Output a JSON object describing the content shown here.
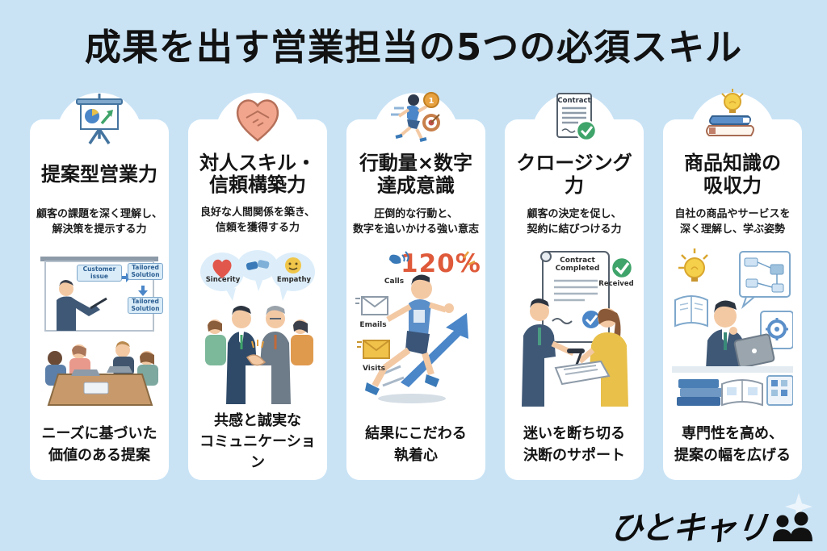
{
  "title": "成果を出す営業担当の5つの必須スキル",
  "colors": {
    "background": "#c9e3f5",
    "card": "#ffffff",
    "text": "#141414",
    "accent_orange": "#df5a3a",
    "accent_blue": "#4a86c8",
    "accent_green": "#3fa46a"
  },
  "cards": [
    {
      "icon": "presentation-board-icon",
      "title": "提案型営業力",
      "subtitle": "顧客の課題を深く理解し、\n解決策を提示する力",
      "summary": "ニーズに基づいた\n価値のある提案",
      "labels": {
        "box1": "Customer issue",
        "box2": "Tailored Solution",
        "box3": "Tailored Solution"
      }
    },
    {
      "icon": "handshake-icon",
      "title": "対人スキル・\n信頼構築力",
      "subtitle": "良好な人間関係を築き、\n信頼を獲得する力",
      "summary": "共感と誠実な\nコミュニケーション",
      "labels": {
        "left_bubble": "Sincerity",
        "right_bubble": "Empathy"
      }
    },
    {
      "icon": "runner-icon",
      "icon_badge": "1",
      "title": "行動量×数字\n達成意識",
      "subtitle": "圧倒的な行動と、\n数字を追いかける強い意志",
      "summary": "結果にこだわる\n執着心",
      "labels": {
        "percent": "120%",
        "calls": "Calls",
        "emails": "Emails",
        "visits": "Visits"
      }
    },
    {
      "icon": "contract-check-icon",
      "icon_label": "Contract",
      "title": "クロージング力",
      "subtitle": "顧客の決定を促し、\n契約に結びつける力",
      "summary": "迷いを断ち切る\n決断のサポート",
      "labels": {
        "document": "Contract\nCompleted",
        "received": "Received"
      }
    },
    {
      "icon": "books-bulb-icon",
      "title": "商品知識の\n吸収力",
      "subtitle": "自社の商品やサービスを\n深く理解し、学ぶ姿勢",
      "summary": "専門性を高め、\n提案の幅を広げる",
      "labels": {}
    }
  ],
  "logo": {
    "text": "ひとキャリ"
  }
}
